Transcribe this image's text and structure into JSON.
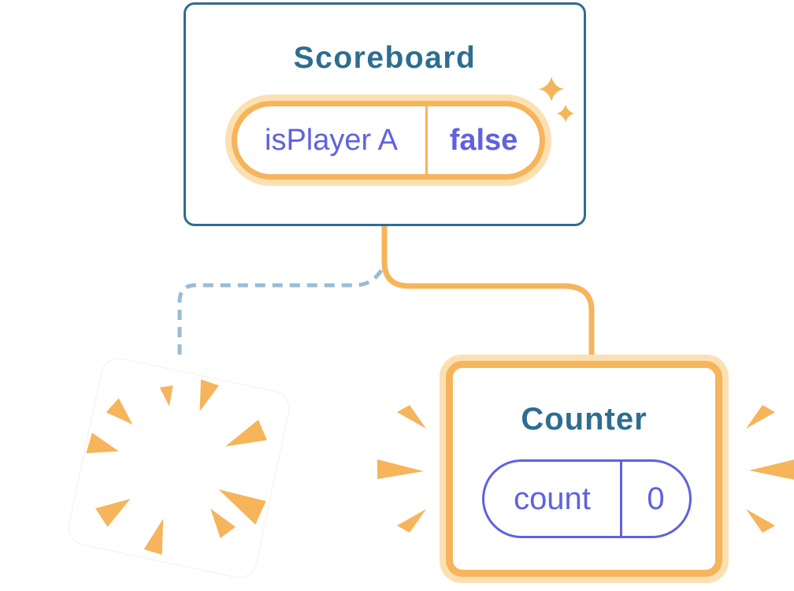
{
  "scoreboard": {
    "title": "Scoreboard",
    "state": {
      "label": "isPlayer A",
      "value": "false"
    }
  },
  "counter": {
    "title": "Counter",
    "state": {
      "label": "count",
      "value": "0"
    }
  },
  "icons": {
    "sparkles": "sparkle-icon",
    "removed_burst": "poof-burst-icon",
    "counter_emphasis": "emphasis-rays-icon"
  },
  "palette": {
    "card_border_blue": "#2E6D90",
    "title_blue": "#2E6D90",
    "state_purple": "#5F62DD",
    "orange": "#F6B45B",
    "orange_halo": "#FCE0B2",
    "dashed_blue": "#9ABCD6",
    "card_bg": "#FFFFFF"
  }
}
